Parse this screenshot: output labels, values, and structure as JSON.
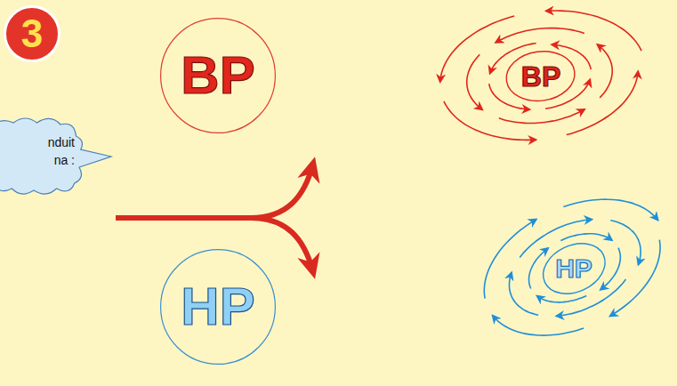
{
  "diagram": {
    "nodes": [
      {
        "text": [
          "3"
        ]
      },
      {
        "text": [
          "nduit na :"
        ]
      },
      {
        "text": [
          "BP"
        ]
      },
      {
        "text": [
          "HP"
        ]
      },
      {
        "text": [
          "BP"
        ]
      },
      {
        "text": [
          "HP"
        ]
      }
    ]
  }
}
